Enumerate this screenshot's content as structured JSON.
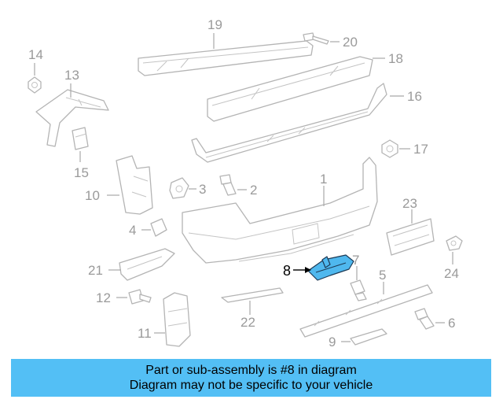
{
  "diagram": {
    "callouts": [
      "1",
      "2",
      "3",
      "4",
      "5",
      "6",
      "7",
      "8",
      "9",
      "10",
      "11",
      "12",
      "13",
      "14",
      "15",
      "16",
      "17",
      "18",
      "19",
      "20",
      "21",
      "22",
      "23",
      "24"
    ],
    "highlighted_callout": "8",
    "colors": {
      "highlight": "#4fb8ee",
      "banner": "#53bff5",
      "line": "#b4b4b4",
      "label": "#9a9a9a"
    }
  },
  "banner": {
    "line1": "Part or sub-assembly is #8 in diagram",
    "line2": "Diagram may not be specific to your vehicle"
  }
}
